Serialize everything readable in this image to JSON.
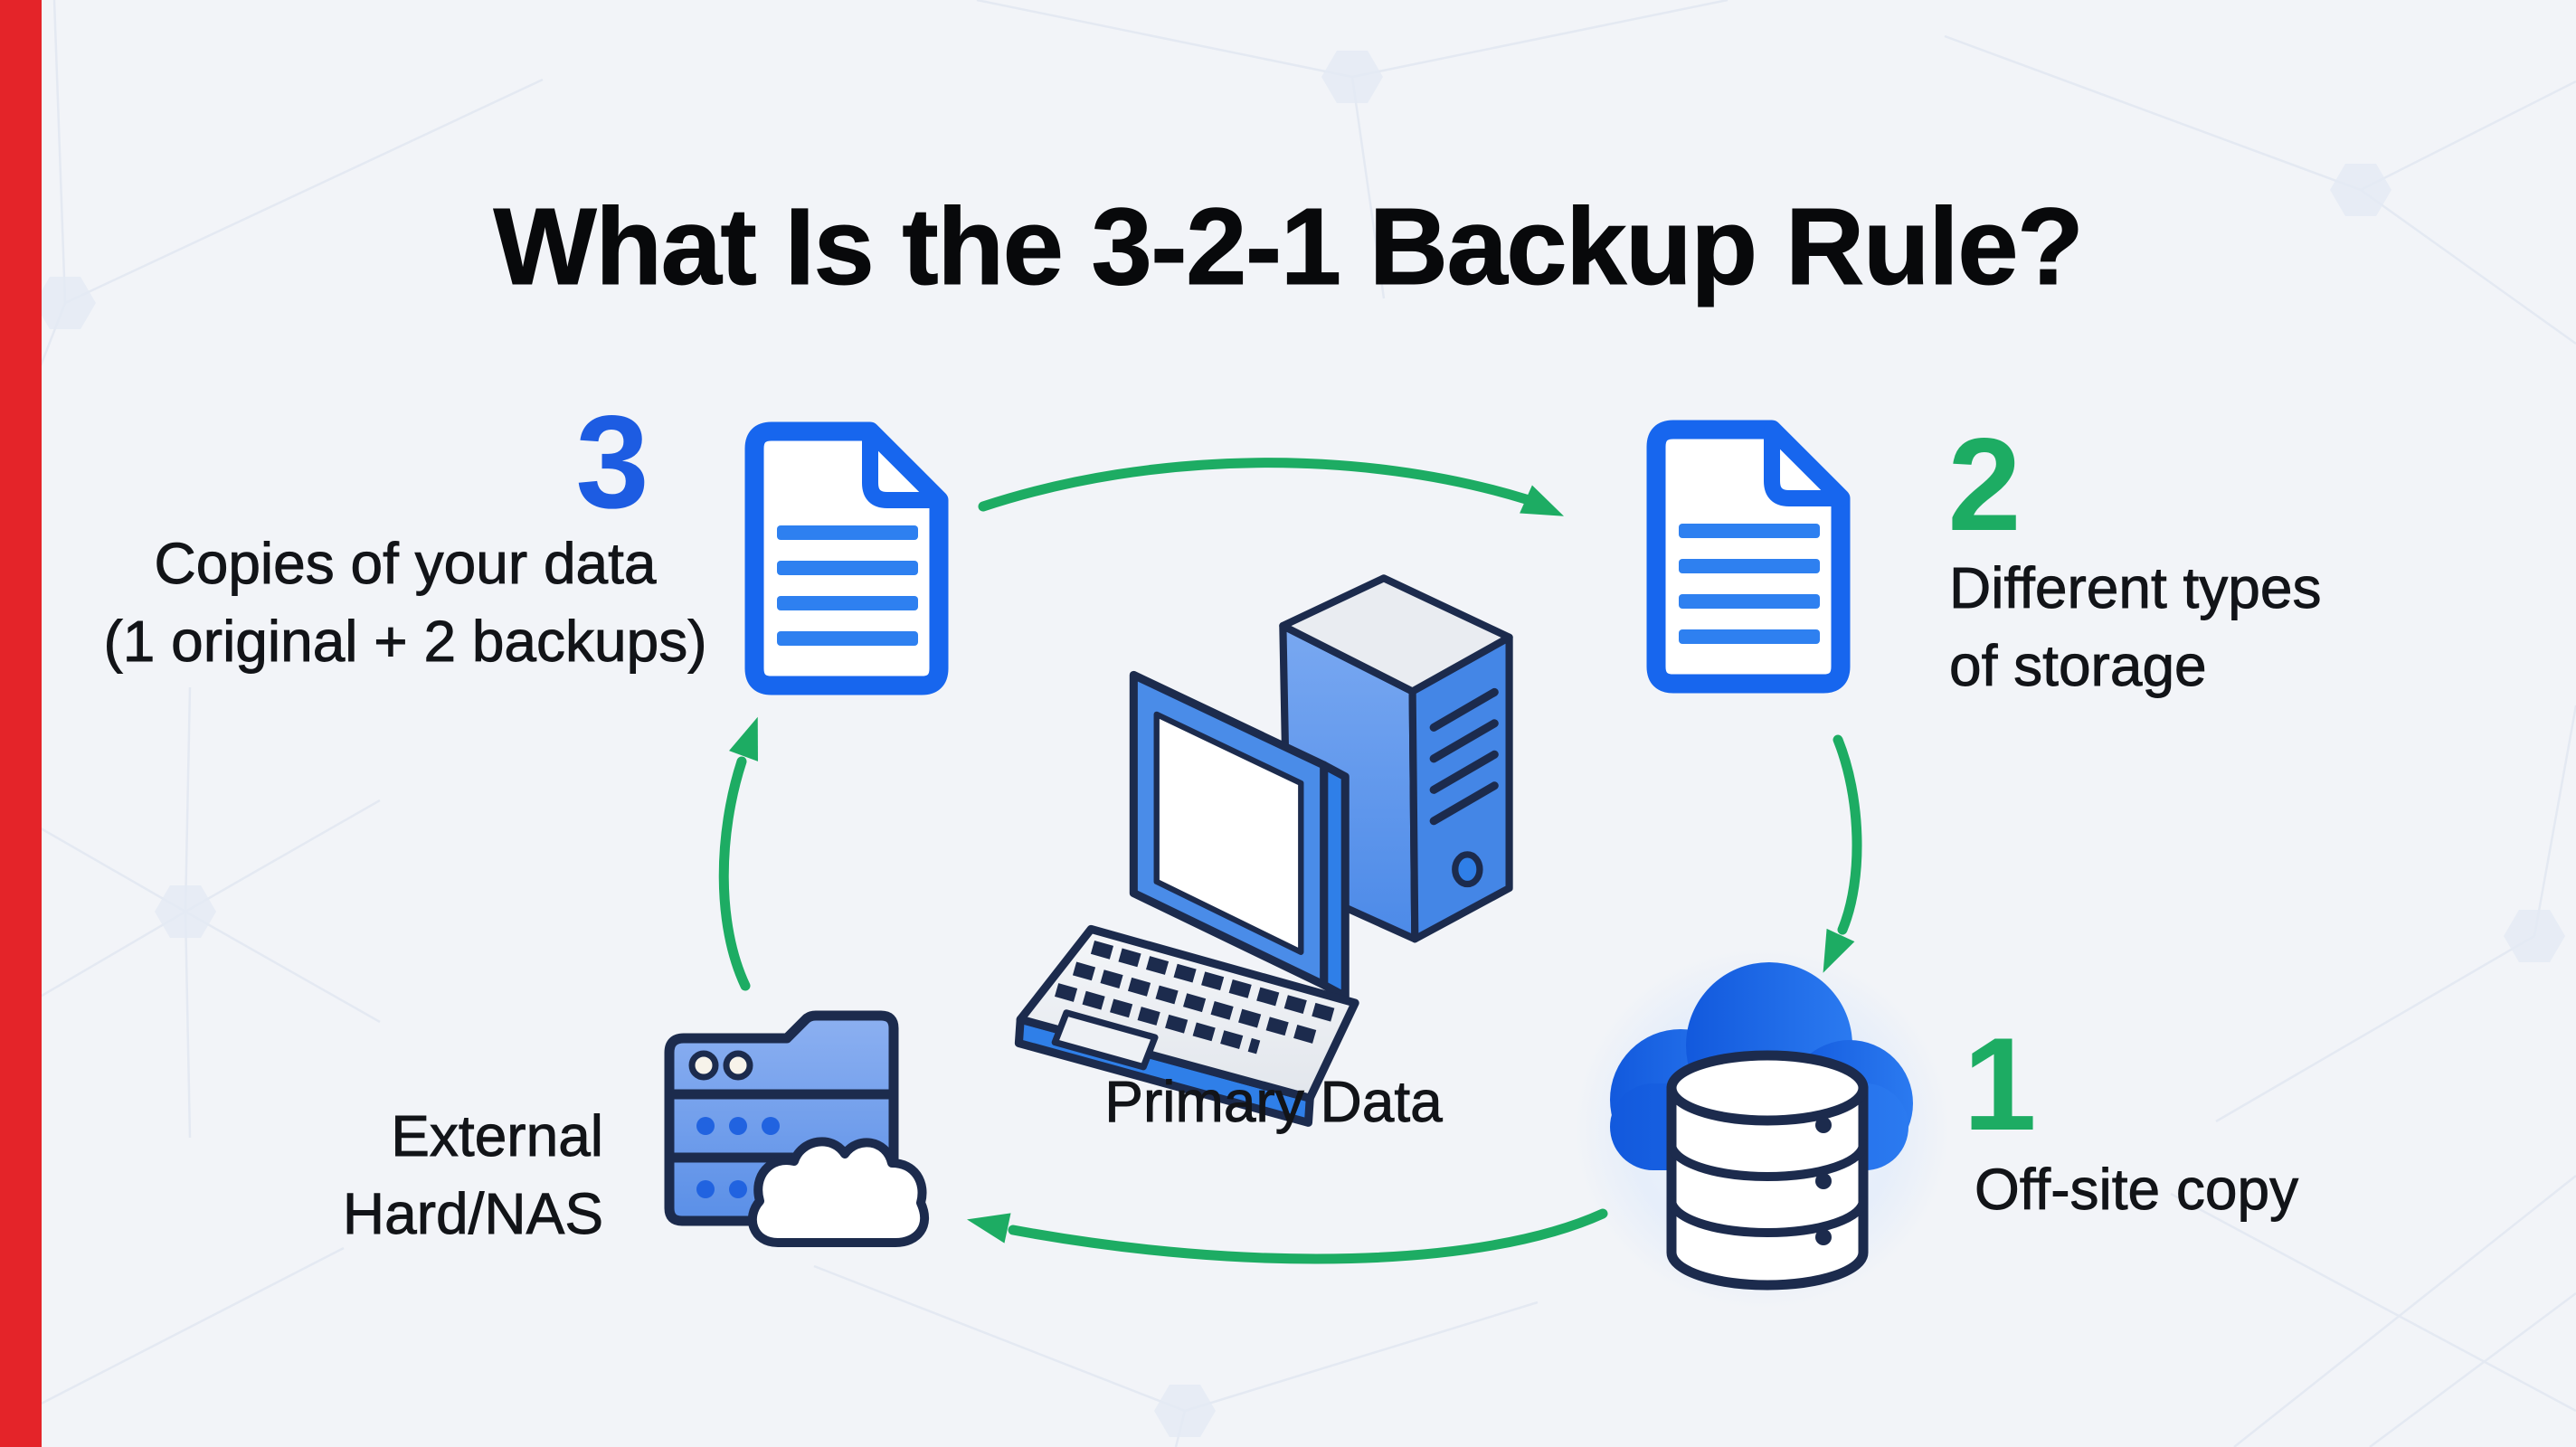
{
  "title": "What Is the 3-2-1 Backup Rule?",
  "colors": {
    "background": "#f2f4f8",
    "stripe_red": "#e42429",
    "accent_blue": "#1766ee",
    "bar_blue": "#2e80f0",
    "number_blue": "#1d5ce2",
    "accent_green": "#1dac63",
    "outline_navy": "#1c2b4d",
    "text_dark": "#121418"
  },
  "steps": {
    "copies": {
      "number": "3",
      "line1": "Copies of your data",
      "line2": "(1 original + 2 backups)"
    },
    "storage": {
      "number": "2",
      "line1": "Different types",
      "line2": "of storage"
    },
    "offsite": {
      "number": "1",
      "label": "Off-site copy"
    },
    "external": {
      "line1": "External",
      "line2": "Hard/NAS"
    }
  },
  "center": {
    "label": "Primary Data"
  },
  "icons": {
    "left_document": "document-icon",
    "right_document": "document-icon",
    "primary": "laptop-and-desktop-tower-icon",
    "offsite": "cloud-database-icon",
    "external": "nas-server-with-cloud-icon",
    "arrows": [
      "arrow-top",
      "arrow-right",
      "arrow-bottom",
      "arrow-left"
    ]
  }
}
